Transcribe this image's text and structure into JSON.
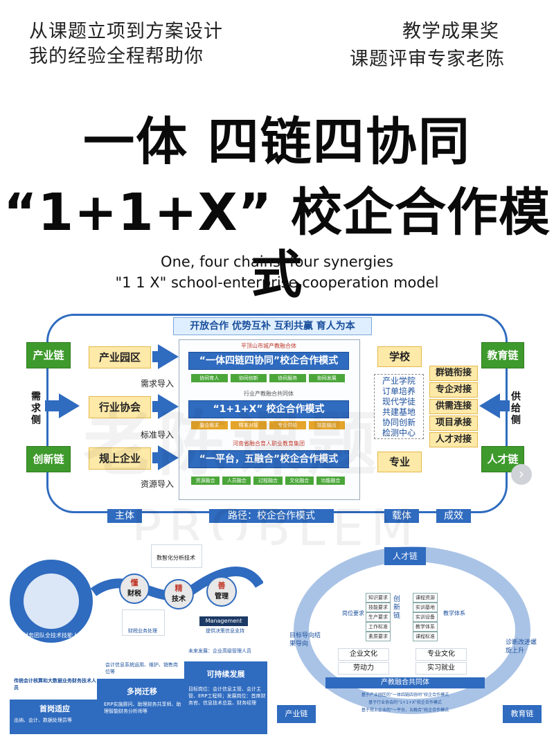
{
  "header": {
    "left_line1": "从课题立项到方案设计",
    "left_line2": "我的经验全程帮助你",
    "right_line1": "教学成果奖",
    "right_line2": "课题评审专家老陈"
  },
  "title": {
    "line1": "一体 四链四协同",
    "line2": "“1+1+X” 校企合作模式",
    "en_line1": "One, four chains, four synergies",
    "en_line2": "\"1 1 X\" school-enterprise cooperation model"
  },
  "diagram": {
    "banner": "开放合作  优势互补  互利共赢  育人为本",
    "left_chains": [
      "产业链",
      "创新链"
    ],
    "left_side": "需求侧",
    "left_sources": [
      "产业园区",
      "行业协会",
      "规上企业"
    ],
    "left_inputs": [
      "需求导入",
      "标准导入",
      "资源导入"
    ],
    "center_red_labels": [
      "平顶山市城产教融合体",
      "行业产教融合共同体",
      "河南省融合育人职业教育集团"
    ],
    "center_models": [
      "“一体四链四协同”校企合作模式",
      "“1+1+X” 校企合作模式",
      "“一平台，五融合”校企合作模式"
    ],
    "center_tags_1": [
      "协同育人",
      "协同创新",
      "协同服务",
      "协同发展"
    ],
    "center_tags_2": [
      "整合需求",
      "精准对接",
      "专业供给",
      "技能输出"
    ],
    "center_tags_3": [
      "资源融合",
      "人员融合",
      "过程融合",
      "文化融合",
      "功能融合"
    ],
    "school_title": "学校",
    "school_items": [
      "产业学院",
      "订单培养",
      "现代学徒",
      "共建基地",
      "协同创新",
      "检测中心",
      "……"
    ],
    "major_title": "专业",
    "right_links": [
      "群链衔接",
      "专企对接",
      "供需连接",
      "项目承接",
      "人才对接"
    ],
    "right_chains": [
      "教育链",
      "人才链"
    ],
    "right_side": "供给侧",
    "bottom_labels": [
      "主体",
      "路径：校企合作模式",
      "载体",
      "成效"
    ],
    "next_button": "›"
  },
  "watermark": {
    "cn": "老陈课题",
    "en": "PROBLEM"
  },
  "lower_left": {
    "circle_text": "财务团队全技术技能人才",
    "badges": [
      "懂",
      "精",
      "善"
    ],
    "badge_sub": [
      "财税",
      "技术",
      "管理"
    ],
    "top_label": "数智化分析技术",
    "mid_label": "财税业务处理",
    "mgmt_label": "提供决策信息支持",
    "mgmt_title": "Management",
    "steps": [
      "首岗适应",
      "多岗迁移",
      "可持续发展"
    ],
    "step_notes": [
      "传统会计核算和大数据业务财务技术人员",
      "会计信息系统运用、维护、销售岗位等",
      "未来发展：企业高级管理人员"
    ],
    "bottom_notes": [
      "出纳、会计、数据处理员等",
      "ERP实施顾问、助理财务共享师、助理智能财务分析师等",
      "目标岗位：会计信息主管、会计主管、ERP工程师；发展岗位：首席财务官、信息技术总监、财务经理"
    ]
  },
  "lower_right": {
    "top": "人才链",
    "left_col": [
      "知识要求",
      "技能要求",
      "生产要求",
      "工作标准",
      "素质要求"
    ],
    "mid_col": [
      "课程资源",
      "实训基地",
      "实训设备",
      "教学体系",
      "课程标准"
    ],
    "center": "创新链",
    "post_req": "岗位要求",
    "teach": "教学体系",
    "lower_left_boxes": [
      "企业文化",
      "劳动力"
    ],
    "lower_right_boxes": [
      "专业文化",
      "实习就业"
    ],
    "left_side": "目标导向结果导向",
    "right_side": "诊断改进螺旋上升",
    "community": "产教融合共同体",
    "notes": [
      "基于产业园区的“一体四链四协同”校企合作模式",
      "基于行业协会的“1+1+X”校企合作模式",
      "基于规上企业的“一平台，五融合”校企合作模式"
    ],
    "bottom_left": "产业链",
    "bottom_right": "教育链"
  }
}
